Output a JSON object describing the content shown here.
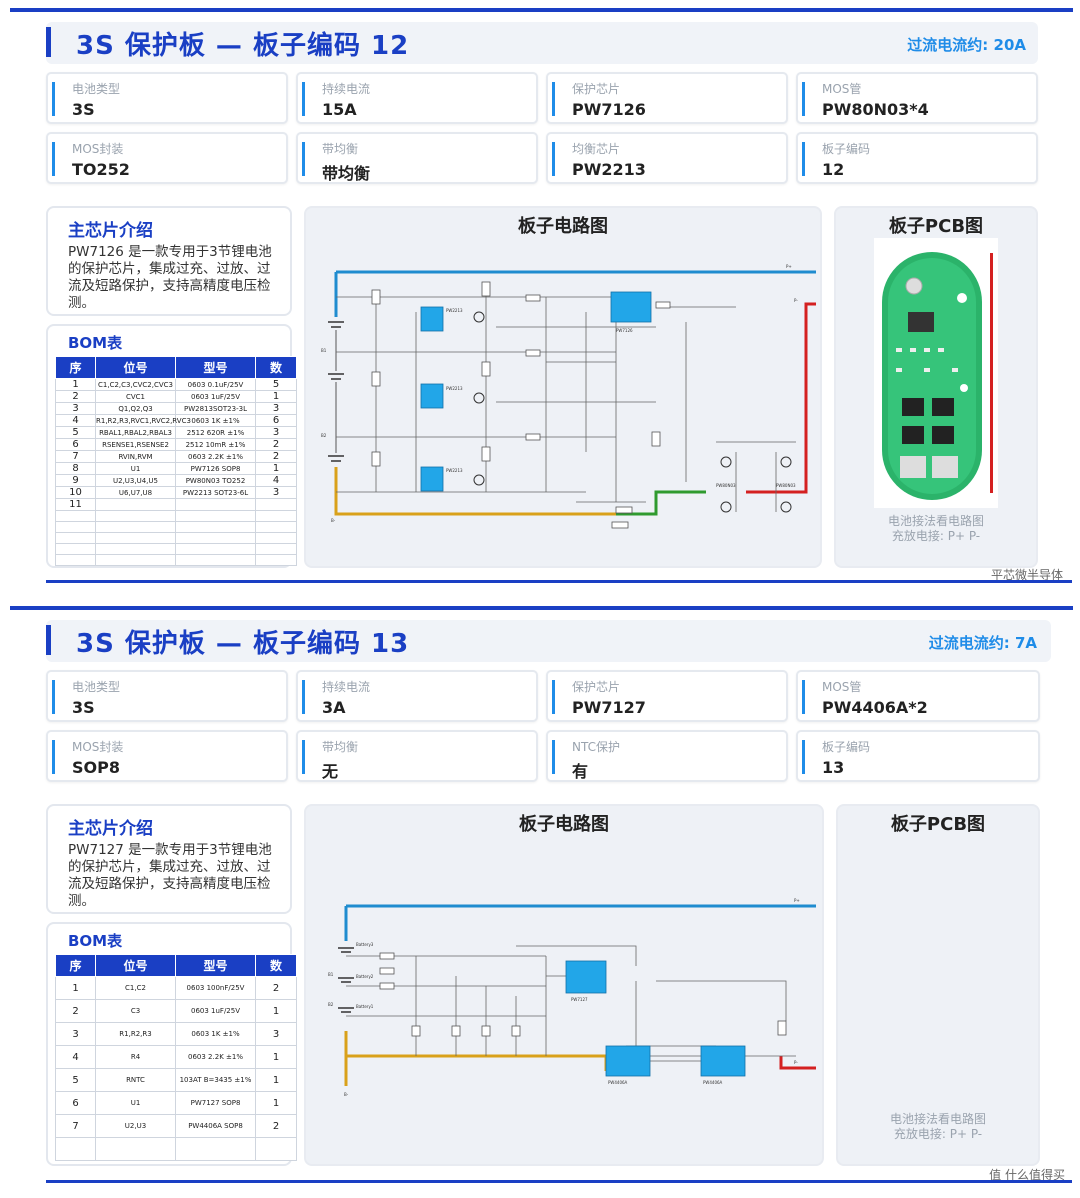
{
  "boards": [
    {
      "title": "3S 保护板 — 板子编码 12",
      "overcurrent": "过流电流约: 20A",
      "specs": [
        {
          "label": "电池类型",
          "value": "3S"
        },
        {
          "label": "持续电流",
          "value": "15A"
        },
        {
          "label": "保护芯片",
          "value": "PW7126"
        },
        {
          "label": "MOS管",
          "value": "PW80N03*4"
        },
        {
          "label": "MOS封装",
          "value": "TO252"
        },
        {
          "label": "带均衡",
          "value": "带均衡"
        },
        {
          "label": "均衡芯片",
          "value": "PW2213"
        },
        {
          "label": "板子编码",
          "value": "12"
        }
      ],
      "intro_title": "主芯片介绍",
      "intro_text": "PW7126 是一款专用于3节锂电池的保护芯片，集成过充、过放、过流及短路保护，支持高精度电压检测。",
      "bom_title": "BOM表",
      "bom_headers": [
        "序",
        "位号",
        "型号",
        "数"
      ],
      "bom_rows": [
        [
          "1",
          "C1,C2,C3,CVC2,CVC3",
          "0603 0.1uF/25V",
          "5"
        ],
        [
          "2",
          "CVC1",
          "0603 1uF/25V",
          "1"
        ],
        [
          "3",
          "Q1,Q2,Q3",
          "PW2813SOT23-3L",
          "3"
        ],
        [
          "4",
          "R1,R2,R3,RVC1,RVC2,RVC3",
          "0603 1K ±1%",
          "6"
        ],
        [
          "5",
          "RBAL1,RBAL2,RBAL3",
          "2512 620R ±1%",
          "3"
        ],
        [
          "6",
          "RSENSE1,RSENSE2",
          "2512 10mR ±1%",
          "2"
        ],
        [
          "7",
          "RVIN,RVM",
          "0603 2.2K ±1%",
          "2"
        ],
        [
          "8",
          "U1",
          "PW7126 SOP8",
          "1"
        ],
        [
          "9",
          "U2,U3,U4,U5",
          "PW80N03 TO252",
          "4"
        ],
        [
          "10",
          "U6,U7,U8",
          "PW2213 SOT23-6L",
          "3"
        ],
        [
          "11",
          "",
          "",
          ""
        ]
      ],
      "bom_visible_nums": [
        "1",
        "",
        "2",
        "3",
        "4",
        "5",
        "6",
        "7",
        "8",
        "9",
        "10",
        "11"
      ],
      "circuit_title": "板子电路图",
      "pcb_title": "板子PCB图",
      "pcb_note_1": "电池接法看电路图",
      "pcb_note_2": "充放电接: P+ P-",
      "watermark": "平芯微半导体"
    },
    {
      "title": "3S 保护板 — 板子编码 13",
      "overcurrent": "过流电流约: 7A",
      "specs": [
        {
          "label": "电池类型",
          "value": "3S"
        },
        {
          "label": "持续电流",
          "value": "3A"
        },
        {
          "label": "保护芯片",
          "value": "PW7127"
        },
        {
          "label": "MOS管",
          "value": "PW4406A*2"
        },
        {
          "label": "MOS封装",
          "value": "SOP8"
        },
        {
          "label": "带均衡",
          "value": "无"
        },
        {
          "label": "NTC保护",
          "value": "有"
        },
        {
          "label": "板子编码",
          "value": "13"
        }
      ],
      "intro_title": "主芯片介绍",
      "intro_text": "PW7127 是一款专用于3节锂电池的保护芯片，集成过充、过放、过流及短路保护，支持高精度电压检测。",
      "bom_title": "BOM表",
      "bom_headers": [
        "序",
        "位号",
        "型号",
        "数"
      ],
      "bom_rows": [
        [
          "1",
          "C1,C2",
          "0603 100nF/25V",
          "2"
        ],
        [
          "2",
          "C3",
          "0603 1uF/25V",
          "1"
        ],
        [
          "3",
          "R1,R2,R3",
          "0603 1K ±1%",
          "3"
        ],
        [
          "4",
          "R4",
          "0603 2.2K ±1%",
          "1"
        ],
        [
          "5",
          "RNTC",
          "103AT B=3435 ±1%",
          "1"
        ],
        [
          "6",
          "U1",
          "PW7127 SOP8",
          "1"
        ],
        [
          "7",
          "U2,U3",
          "PW4406A SOP8",
          "2"
        ]
      ],
      "circuit_title": "板子电路图",
      "pcb_title": "板子PCB图",
      "pcb_note_1": "电池接法看电路图",
      "pcb_note_2": "充放电接: P+ P-",
      "watermark": "值 什么值得买"
    }
  ],
  "colors": {
    "brand_blue": "#1a3fc4",
    "accent_blue": "#1f8ce8",
    "wire_blue": "#1f8ccf",
    "wire_gold": "#d9a11a",
    "wire_green": "#2f9a2f",
    "wire_red": "#d42020",
    "chip_fill": "#22a6e8"
  }
}
